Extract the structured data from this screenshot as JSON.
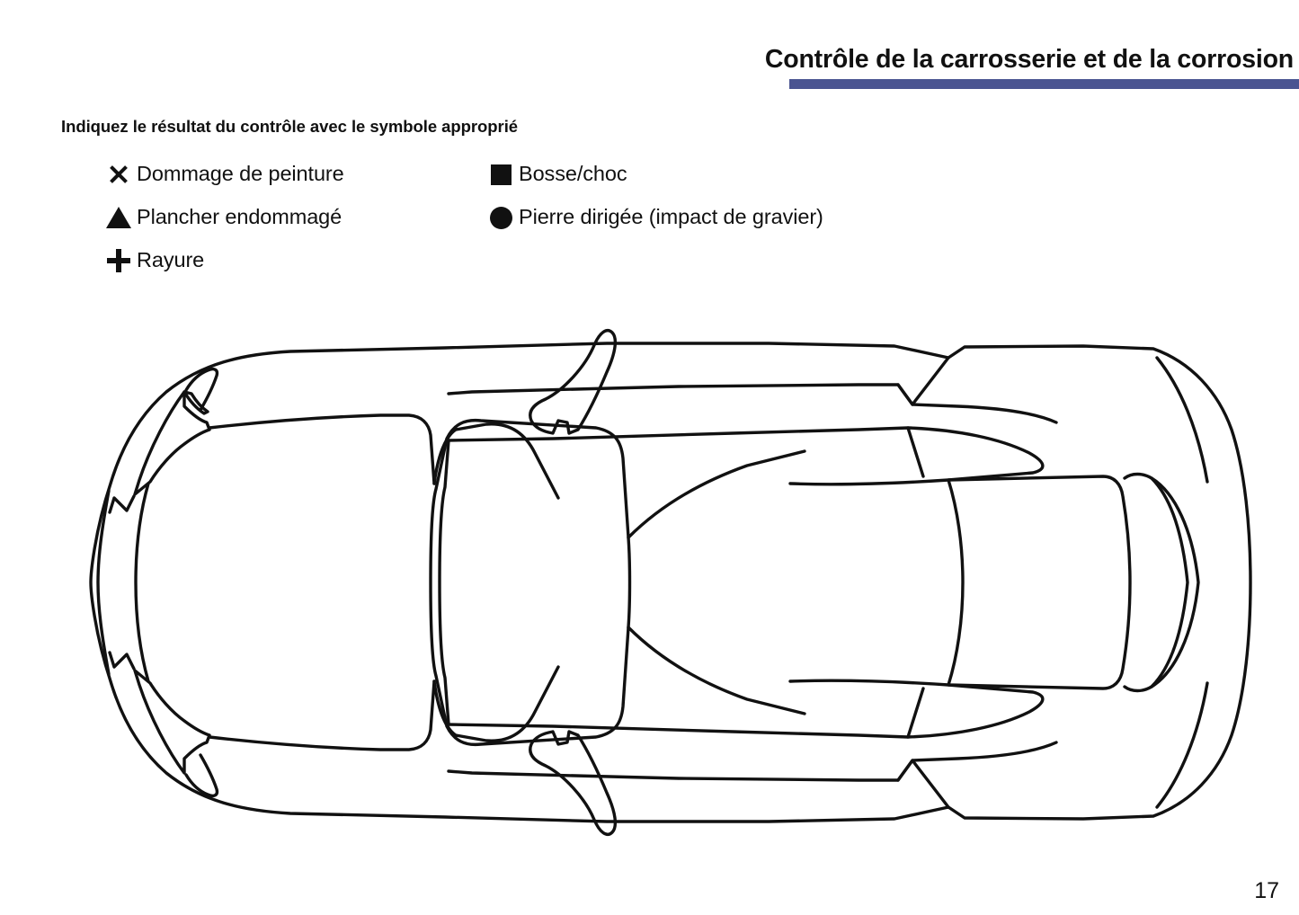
{
  "header": {
    "title": "Contrôle de la carrosserie et de la corrosion",
    "rule_color": "#4a5491"
  },
  "instruction": {
    "text": "Indiquez le résultat du contrôle avec le symbole approprié"
  },
  "legend": {
    "left_column": [
      {
        "symbol": "x-mark-symbol",
        "label": "Dommage de peinture"
      },
      {
        "symbol": "triangle-symbol",
        "label": "Plancher endommagé"
      },
      {
        "symbol": "plus-symbol",
        "label": "Rayure"
      }
    ],
    "right_column": [
      {
        "symbol": "square-symbol",
        "label": "Bosse/choc"
      },
      {
        "symbol": "circle-symbol",
        "label": "Pierre dirigée (impact de gravier)"
      }
    ]
  },
  "diagram": {
    "name": "car-top-view-outline",
    "description": "Vue de dessus de la carrosserie",
    "stroke_color": "#111111",
    "fill_color": "#ffffff"
  },
  "footer": {
    "page_number": "17"
  }
}
